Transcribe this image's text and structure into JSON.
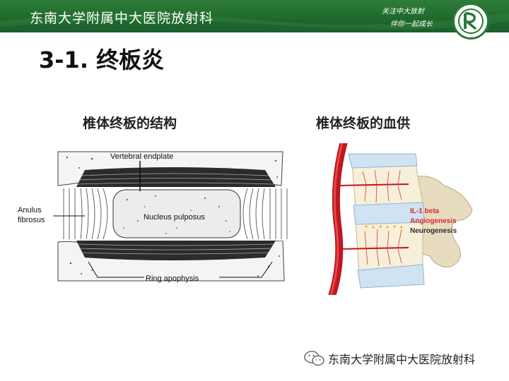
{
  "header": {
    "org_name": "东南大学附属中大医院放射科",
    "slogan_line1": "关注中大放射",
    "slogan_line2": "伴你一起成长",
    "logo_icon": "hospital-logo-icon"
  },
  "slide": {
    "title": "3-1. 终板炎"
  },
  "figures": {
    "left": {
      "caption": "椎体终板的结构",
      "labels": {
        "vertebral_endplate": "Vertebral endplate",
        "anulus_line1": "Anulus",
        "anulus_line2": "fibrosus",
        "nucleus": "Nucleus pulposus",
        "ring": "Ring apophysis"
      }
    },
    "right": {
      "caption": "椎体终板的血供",
      "labels": {
        "il1": "IL-1 beta",
        "angio": "Angiogenesis",
        "neuro": "Neurogenesis"
      },
      "colors": {
        "il1": "#d62b2b",
        "angio": "#d62b2b",
        "neuro": "#2b2b2b"
      }
    }
  },
  "footer": {
    "icon": "wechat-icon",
    "text": "东南大学附属中大医院放射科"
  }
}
